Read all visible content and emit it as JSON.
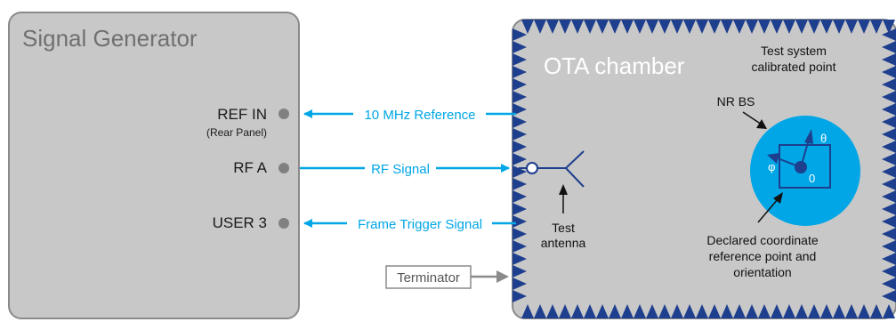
{
  "signal_generator": {
    "title": "Signal Generator",
    "ports": [
      {
        "label": "REF IN",
        "sublabel": "(Rear Panel)"
      },
      {
        "label": "RF A"
      },
      {
        "label": "USER 3"
      }
    ]
  },
  "connections": [
    {
      "label": "10 MHz Reference",
      "direction": "to-generator"
    },
    {
      "label": "RF Signal",
      "direction": "to-chamber"
    },
    {
      "label": "Frame Trigger Signal",
      "direction": "to-generator"
    }
  ],
  "terminator": {
    "label": "Terminator"
  },
  "ota_chamber": {
    "title": "OTA chamber",
    "calibrated_point_label": [
      "Test system",
      "calibrated point"
    ],
    "test_antenna_label": [
      "Test",
      "antenna"
    ],
    "nr_bs_label": "NR BS",
    "theta_label": "θ",
    "phi_label": "φ",
    "origin_label": "0",
    "declared_point_label": [
      "Declared coordinate",
      "reference point and",
      "orientation"
    ]
  },
  "colors": {
    "box_fill": "#c8c8c8",
    "box_stroke": "#8a8a8a",
    "signal_blue": "#00a6e6",
    "chamber_border_navy": "#1e3f8e",
    "bs_circle": "#00a6e6",
    "port_dot": "#808080"
  }
}
